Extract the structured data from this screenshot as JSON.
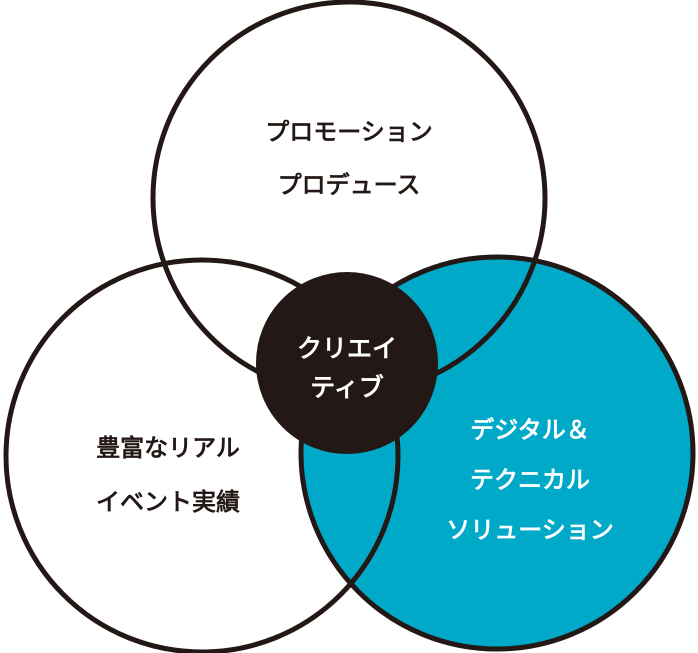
{
  "diagram": {
    "colors": {
      "stroke": "#231815",
      "accent_fill": "#00a9c8",
      "center_fill": "#231815",
      "background": "#ffffff",
      "text_dark": "#231815",
      "text_light": "#ffffff"
    },
    "circles": {
      "top": {
        "lines": [
          "プロモーション",
          "プロデュース"
        ]
      },
      "left": {
        "lines": [
          "豊富なリアル",
          "イベント実績"
        ]
      },
      "right": {
        "lines": [
          "デジタル＆",
          "テクニカル",
          "ソリューション"
        ]
      },
      "center": {
        "lines": [
          "クリエイ",
          "ティブ"
        ]
      }
    }
  }
}
